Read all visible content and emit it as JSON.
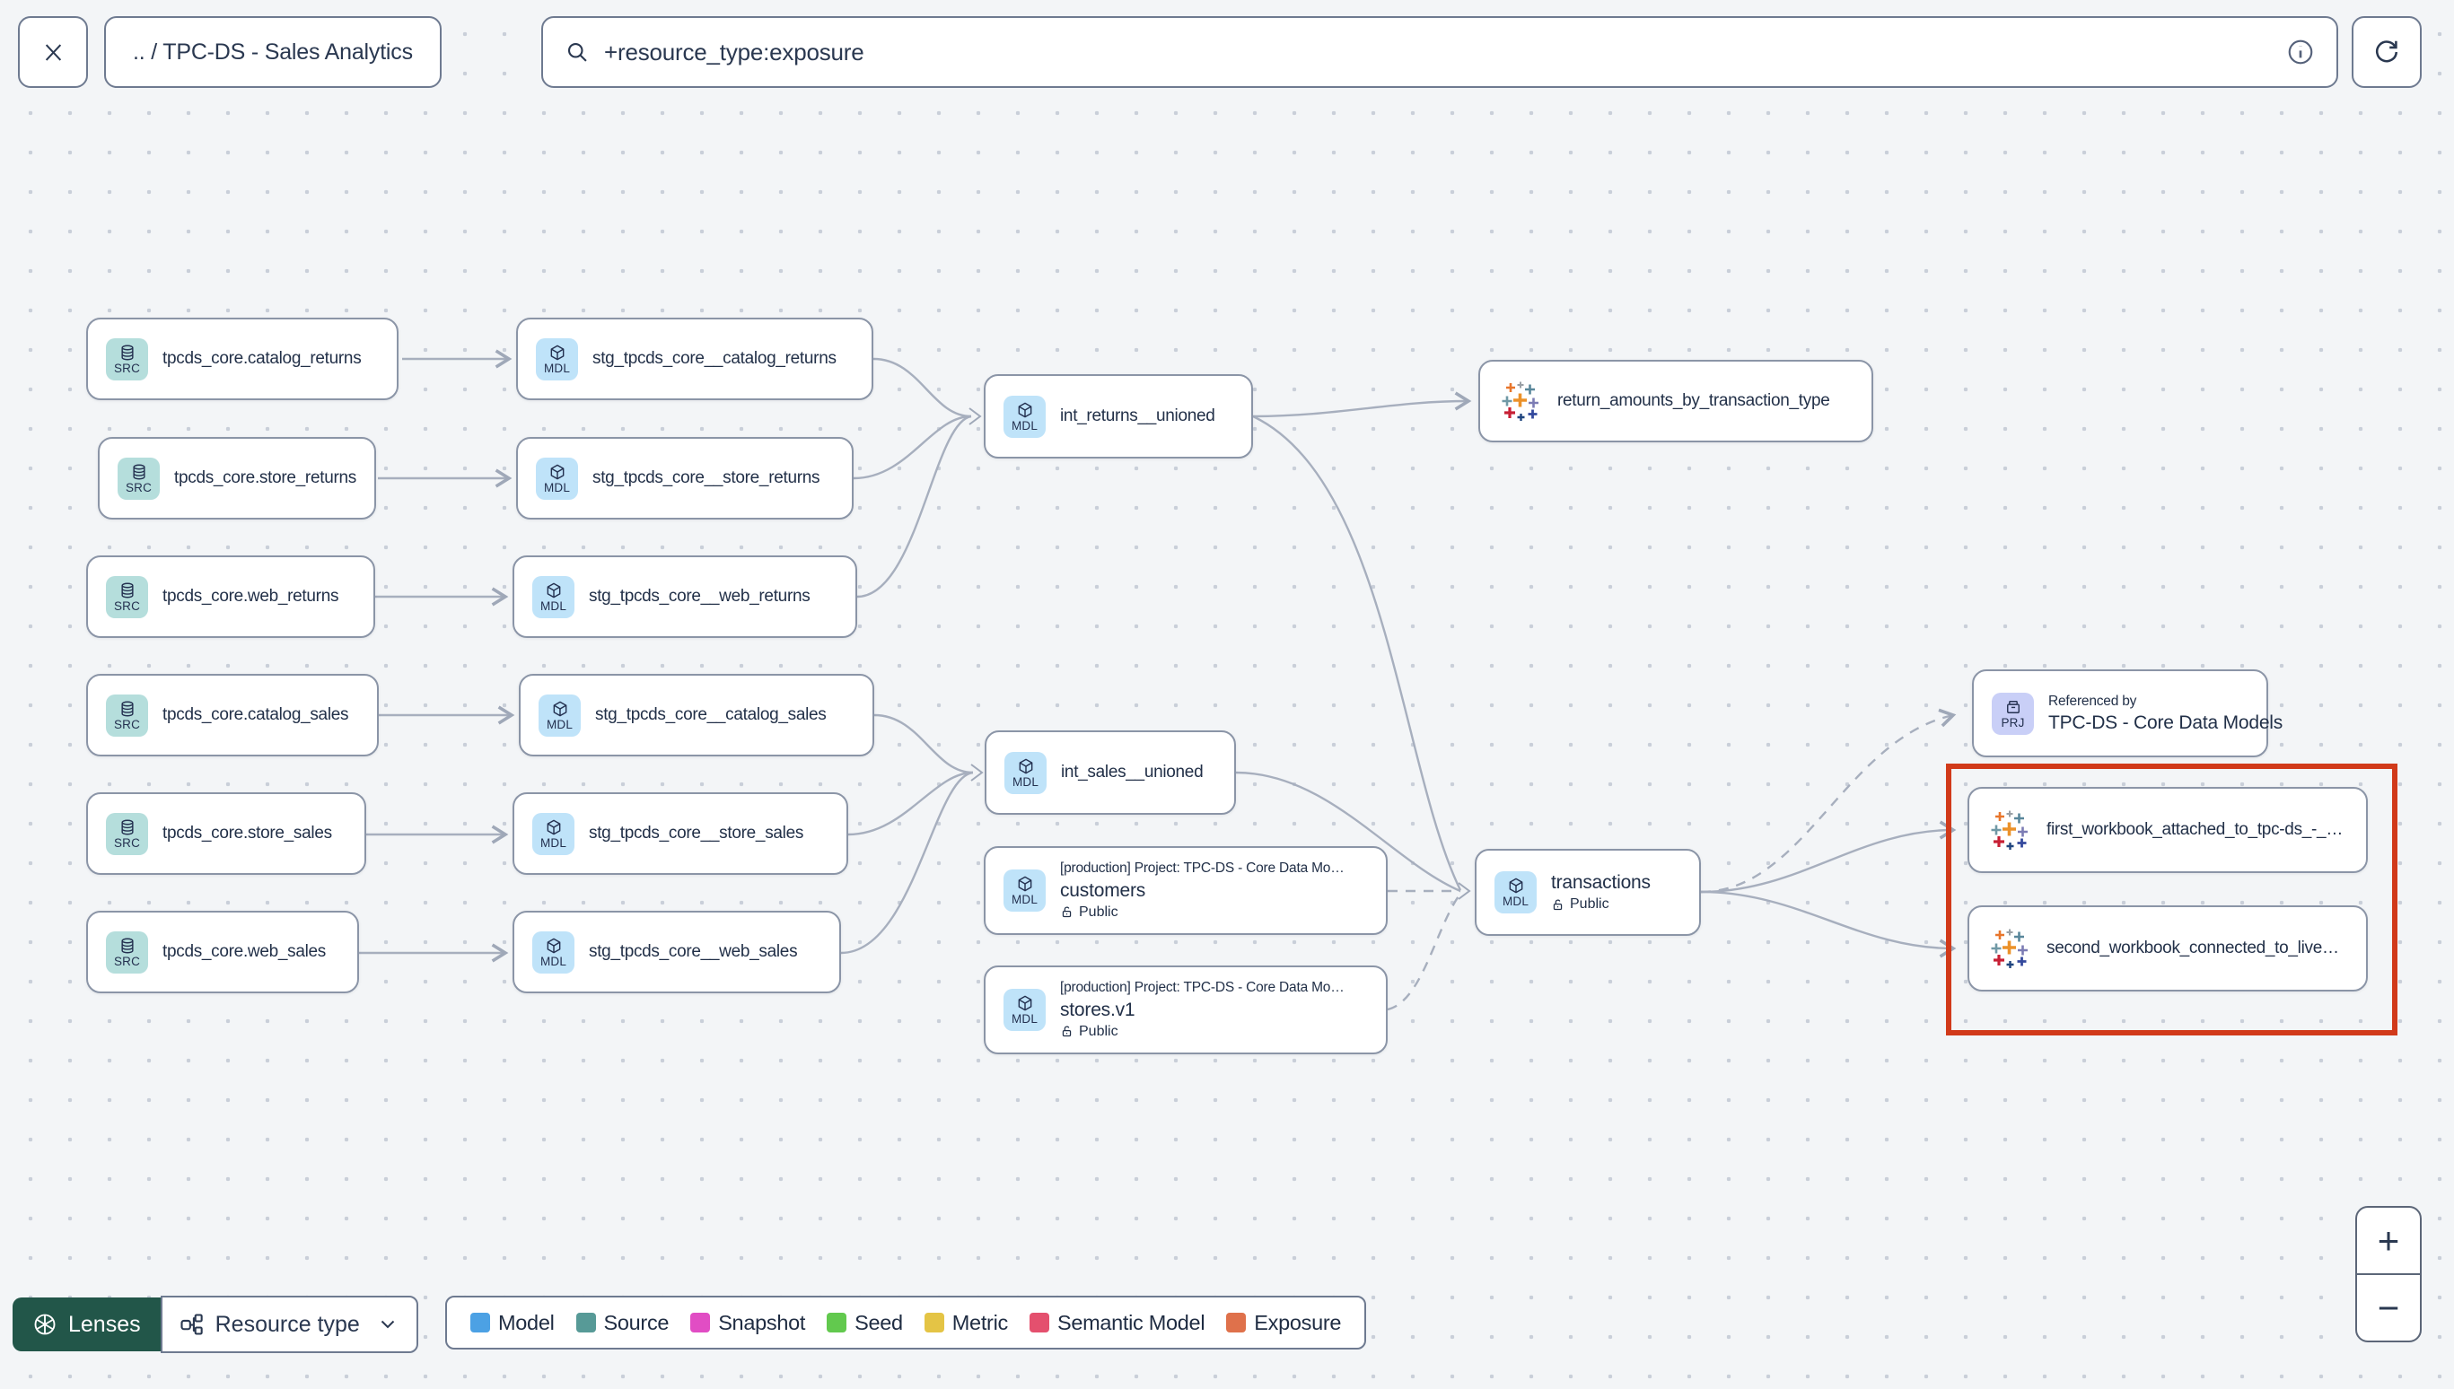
{
  "topbar": {
    "breadcrumb": ".. / TPC-DS - Sales Analytics",
    "search_value": "+resource_type:exposure"
  },
  "badges": {
    "src": "SRC",
    "mdl": "MDL",
    "prj": "PRJ"
  },
  "nodes": [
    {
      "label": "tpcds_core.catalog_returns"
    },
    {
      "label": "tpcds_core.store_returns"
    },
    {
      "label": "tpcds_core.web_returns"
    },
    {
      "label": "tpcds_core.catalog_sales"
    },
    {
      "label": "tpcds_core.store_sales"
    },
    {
      "label": "tpcds_core.web_sales"
    },
    {
      "label": "stg_tpcds_core__catalog_returns"
    },
    {
      "label": "stg_tpcds_core__store_returns"
    },
    {
      "label": "stg_tpcds_core__web_returns"
    },
    {
      "label": "stg_tpcds_core__catalog_sales"
    },
    {
      "label": "stg_tpcds_core__store_sales"
    },
    {
      "label": "stg_tpcds_core__web_sales"
    },
    {
      "label": "int_returns__unioned"
    },
    {
      "label": "return_amounts_by_transaction_type"
    },
    {
      "label": "int_sales__unioned"
    },
    {
      "project": "[production] Project: TPC-DS - Core Data Mo…",
      "label": "customers",
      "access": "Public"
    },
    {
      "project": "[production] Project: TPC-DS - Core Data Mo…",
      "label": "stores.v1",
      "access": "Public"
    },
    {
      "label": "transactions",
      "access": "Public"
    },
    {
      "title": "Referenced by",
      "label": "TPC-DS - Core Data Models"
    },
    {
      "label": "first_workbook_attached_to_tpc-ds_-_…"
    },
    {
      "label": "second_workbook_connected_to_live…"
    }
  ],
  "toolbar": {
    "lenses": "Lenses",
    "resource_type": "Resource type"
  },
  "legend": {
    "items": [
      {
        "label": "Model",
        "color": "#4ca1e4"
      },
      {
        "label": "Source",
        "color": "#579a97"
      },
      {
        "label": "Snapshot",
        "color": "#e14dc4"
      },
      {
        "label": "Seed",
        "color": "#62c94e"
      },
      {
        "label": "Metric",
        "color": "#e4c445"
      },
      {
        "label": "Semantic Model",
        "color": "#e4506e"
      },
      {
        "label": "Exposure",
        "color": "#df714b"
      }
    ]
  },
  "zoom_controls": {
    "zoom_in": "+",
    "zoom_out": "−"
  },
  "highlight_color": "#d13a1a"
}
